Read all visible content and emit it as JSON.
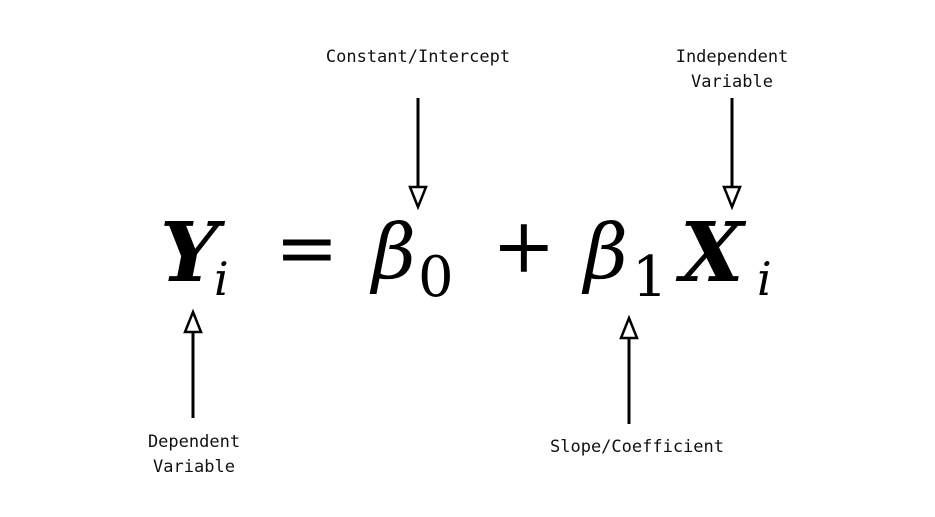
{
  "labels": {
    "constant": "Constant/Intercept",
    "independent_line1": "Independent",
    "independent_line2": "Variable",
    "dependent_line1": "Dependent",
    "dependent_line2": "Variable",
    "slope": "Slope/Coefficient"
  },
  "equation": {
    "y": "Y",
    "y_sub": "i",
    "equals": "=",
    "beta0": "β",
    "beta0_sub": "0",
    "plus": "+",
    "beta1": "β",
    "beta1_sub": "1",
    "x": "X",
    "x_sub": "i"
  }
}
